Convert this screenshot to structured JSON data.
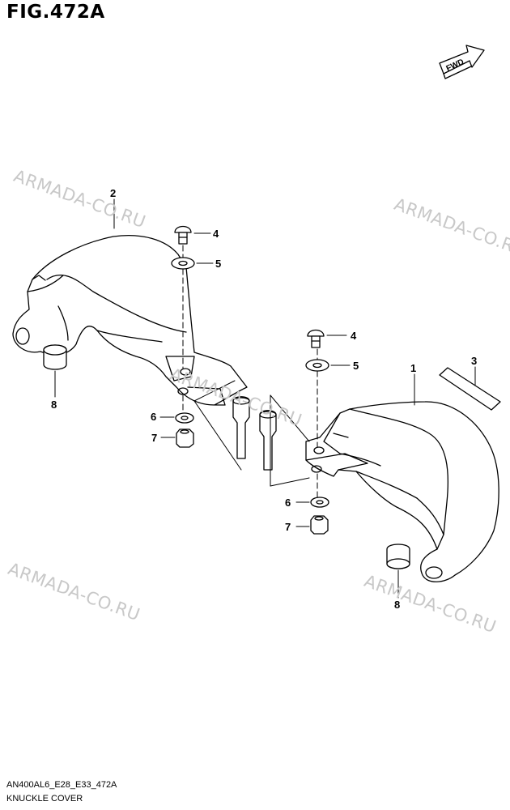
{
  "figure": {
    "title": "FIG.472A",
    "code": "AN400AL6_E28_E33_472A",
    "name": "KNUCKLE COVER"
  },
  "direction_indicator": "FWD",
  "watermark": "ARMADA-CO.RU",
  "callouts": [
    "1",
    "2",
    "3",
    "4",
    "5",
    "6",
    "7",
    "8"
  ]
}
